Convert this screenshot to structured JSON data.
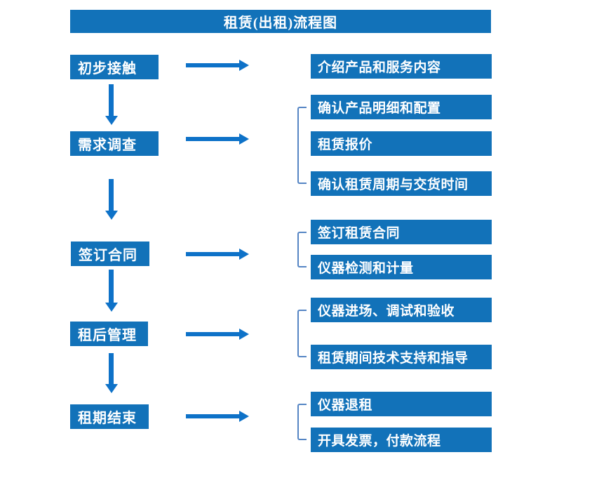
{
  "title": "租赁(出租)流程图",
  "colors": {
    "box_blue": "#1272B9",
    "arrow_blue": "#0E72C8",
    "bracket_blue": "#5585C4",
    "text_white": "#FFFFFF",
    "background": "#FFFFFF"
  },
  "stages": [
    {
      "label": "初步接触",
      "outputs": [
        "介绍产品和服务内容"
      ]
    },
    {
      "label": "需求调查",
      "outputs": [
        "确认产品明细和配置",
        "租赁报价",
        "确认租赁周期与交货时间"
      ]
    },
    {
      "label": "签订合同",
      "outputs": [
        "签订租赁合同",
        "仪器检测和计量"
      ]
    },
    {
      "label": "租后管理",
      "outputs": [
        "仪器进场、调试和验收",
        "租赁期间技术支持和指导"
      ]
    },
    {
      "label": "租期结束",
      "outputs": [
        "仪器退租",
        "开具发票，付款流程"
      ]
    }
  ]
}
